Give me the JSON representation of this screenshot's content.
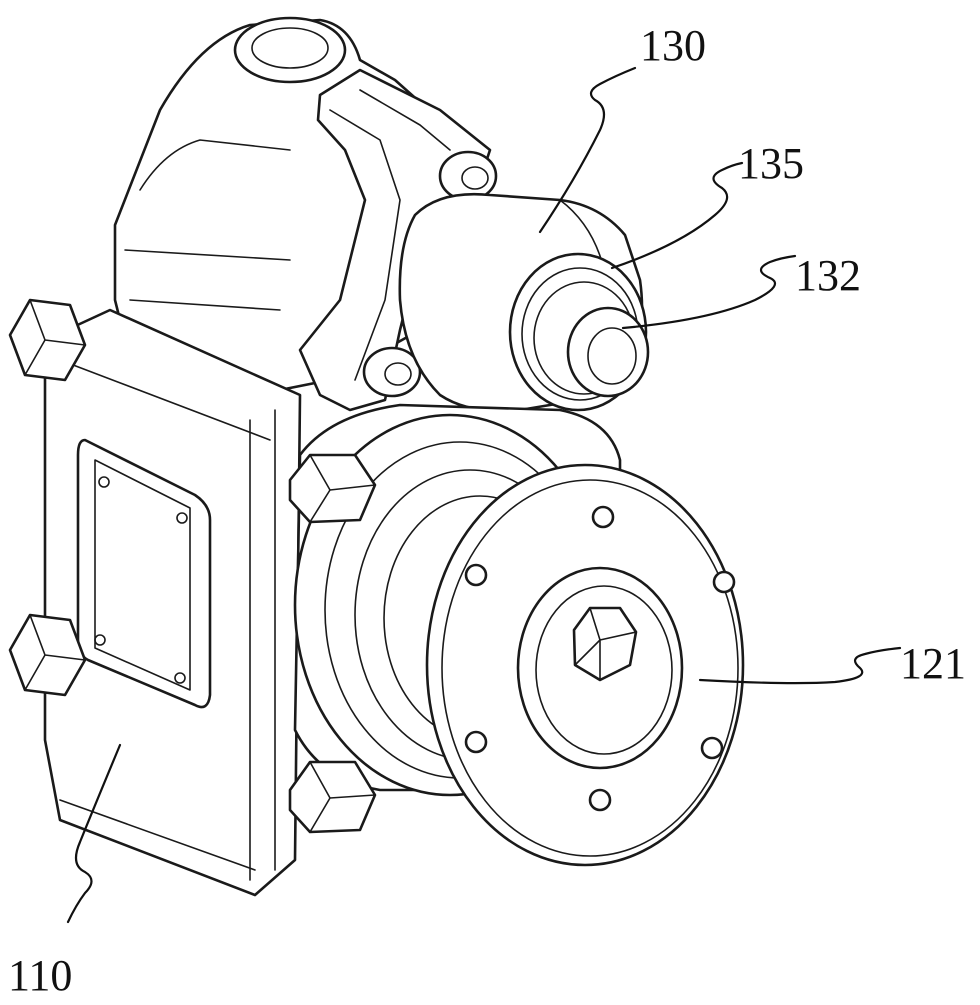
{
  "figure": {
    "labels": {
      "l130": "130",
      "l135": "135",
      "l132": "132",
      "l121": "121",
      "l110": "110"
    }
  }
}
